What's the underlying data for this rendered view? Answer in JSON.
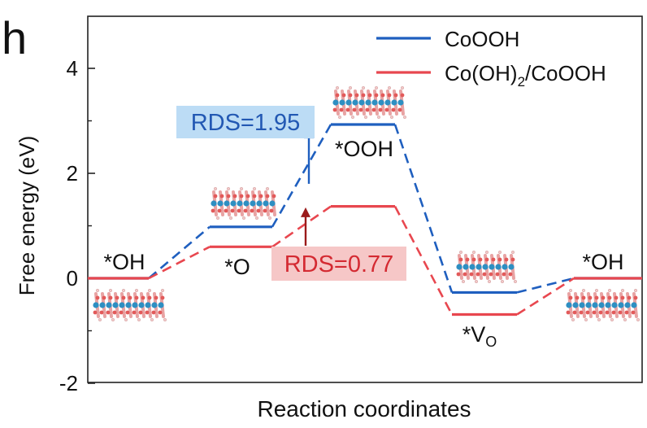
{
  "panel_label": "h",
  "chart_data": {
    "type": "line",
    "ylabel": "Free energy (eV)",
    "xlabel": "Reaction coordinates",
    "ylim": [
      -2,
      5
    ],
    "yticks": [
      4,
      2,
      0,
      -2
    ],
    "grid": false,
    "legend_position": "top-right",
    "x": [
      "*OH",
      "*O",
      "*OOH",
      "*VO",
      "*OH"
    ],
    "series": [
      {
        "name": "CoOOH",
        "color": "#1f5fbf",
        "values": [
          0,
          0.98,
          2.93,
          -0.27,
          0
        ]
      },
      {
        "name": "Co(OH)2/CoOOH",
        "color": "#e8474f",
        "values": [
          0,
          0.6,
          1.37,
          -0.69,
          0
        ]
      }
    ],
    "state_labels": [
      "*OH",
      "*O",
      "*OOH",
      "*V",
      "*OH"
    ],
    "vacancy_subscript": "O",
    "legend_sub": {
      "prefix": "Co(OH)",
      "subscript": "2",
      "suffix": "/CoOOH"
    },
    "annotations": [
      {
        "text": "RDS=1.95",
        "series": "CoOOH",
        "box_color": "#bcdcf5",
        "text_color": "#2258b3",
        "arrow_color": "#1f5fbf",
        "from": 1.8,
        "to": 2.85
      },
      {
        "text": "RDS=0.77",
        "series": "Co(OH)2/CoOOH",
        "box_color": "#f6c7c7",
        "text_color": "#d42a32",
        "arrow_color": "#9b1b1b",
        "from": 0.62,
        "to": 1.35
      }
    ]
  }
}
